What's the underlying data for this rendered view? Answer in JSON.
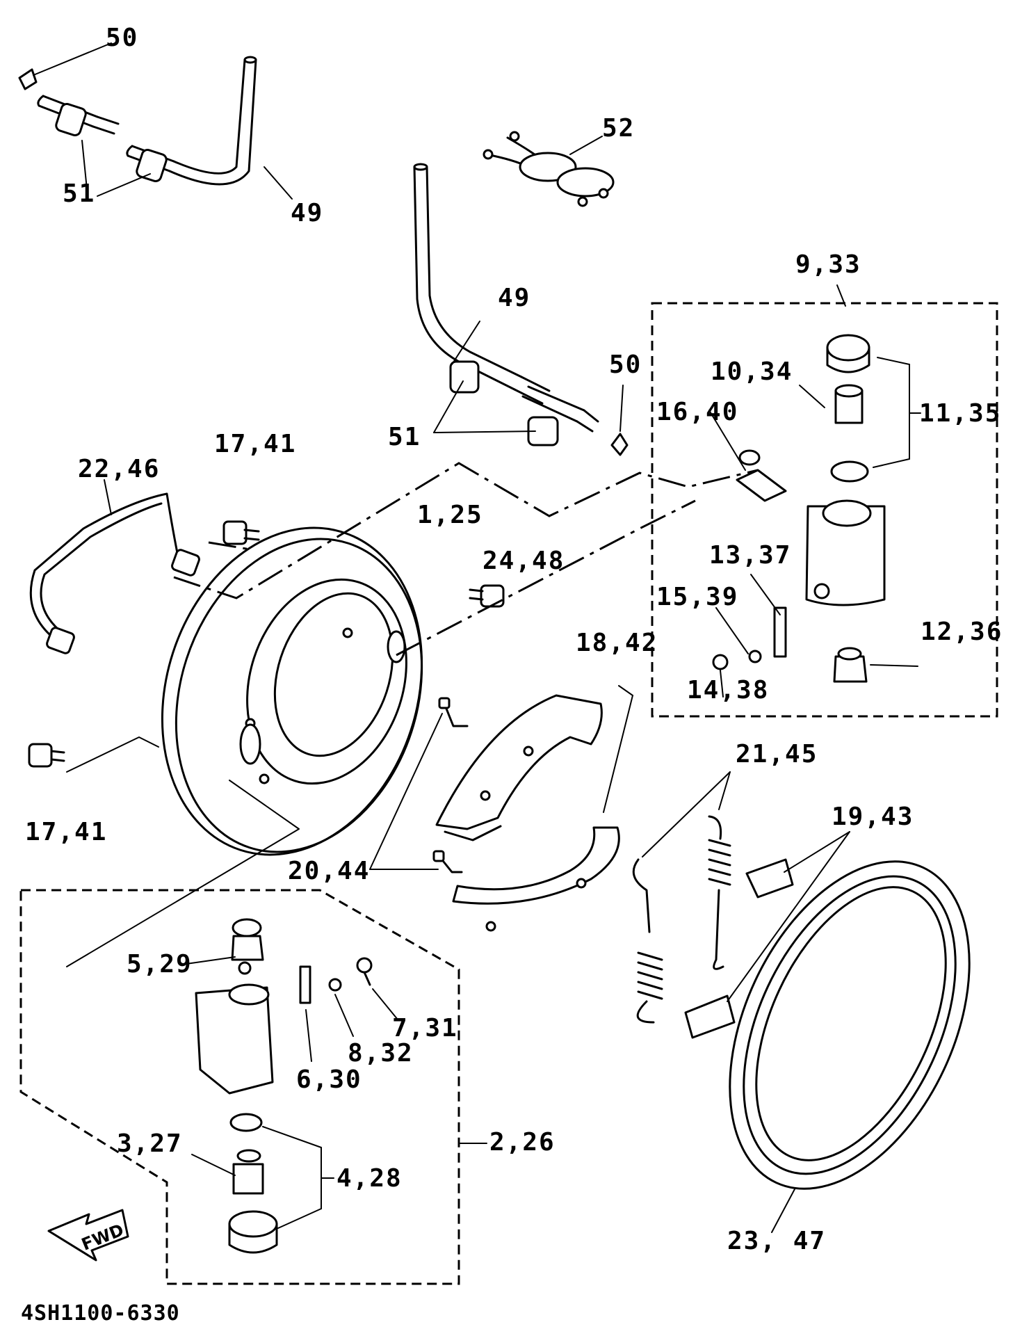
{
  "callouts": [
    {
      "id": "c50a",
      "text": "50"
    },
    {
      "id": "c51a",
      "text": "51"
    },
    {
      "id": "c49a",
      "text": "49"
    },
    {
      "id": "c52",
      "text": "52"
    },
    {
      "id": "c49b",
      "text": "49"
    },
    {
      "id": "c51b",
      "text": "51"
    },
    {
      "id": "c50b",
      "text": "50"
    },
    {
      "id": "c933",
      "text": "9,33"
    },
    {
      "id": "c1034",
      "text": "10,34"
    },
    {
      "id": "c1135",
      "text": "11,35"
    },
    {
      "id": "c1640",
      "text": "16,40"
    },
    {
      "id": "c1741a",
      "text": "17,41"
    },
    {
      "id": "c2246",
      "text": "22,46"
    },
    {
      "id": "c125",
      "text": "1,25"
    },
    {
      "id": "c2448",
      "text": "24,48"
    },
    {
      "id": "c1337",
      "text": "13,37"
    },
    {
      "id": "c1539",
      "text": "15,39"
    },
    {
      "id": "c1236",
      "text": "12,36"
    },
    {
      "id": "c1842",
      "text": "18,42"
    },
    {
      "id": "c1438",
      "text": "14,38"
    },
    {
      "id": "c2145",
      "text": "21,45"
    },
    {
      "id": "c1741b",
      "text": "17,41"
    },
    {
      "id": "c1943",
      "text": "19,43"
    },
    {
      "id": "c2044",
      "text": "20,44"
    },
    {
      "id": "c529",
      "text": "5,29"
    },
    {
      "id": "c731",
      "text": "7,31"
    },
    {
      "id": "c832",
      "text": "8,32"
    },
    {
      "id": "c630",
      "text": "6,30"
    },
    {
      "id": "c226",
      "text": "2,26"
    },
    {
      "id": "c327",
      "text": "3,27"
    },
    {
      "id": "c428",
      "text": "4,28"
    },
    {
      "id": "c2347",
      "text": "23, 47"
    }
  ],
  "fwd_arrow_label": "FWD",
  "diagram_code": "4SH1100-6330"
}
